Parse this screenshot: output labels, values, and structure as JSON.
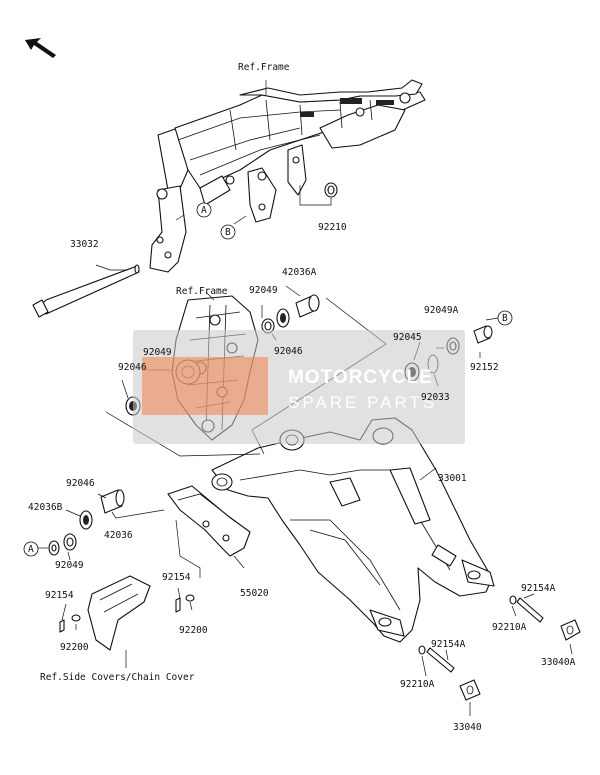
{
  "diagram": {
    "labels": {
      "ref_frame_top": "Ref.Frame",
      "ref_frame_mid": "Ref.Frame",
      "ref_side_covers": "Ref.Side Covers/Chain Cover",
      "p33032": "33032",
      "p92210": "92210",
      "p42036A": "42036A",
      "p92049_top": "92049",
      "p92049_left": "92049",
      "p92046_mid": "92046",
      "p92046_left": "92046",
      "p92045": "92045",
      "p92049A": "92049A",
      "p92033": "92033",
      "p92152": "92152",
      "p33001": "33001",
      "p92046_lower": "92046",
      "p42036B": "42036B",
      "p42036": "42036",
      "p92049_lower": "92049",
      "p92154_center": "92154",
      "p55020": "55020",
      "p92154_left": "92154",
      "p92200_center": "92200",
      "p92200_left": "92200",
      "p92154A_right": "92154A",
      "p92210A_right": "92210A",
      "p33040A": "33040A",
      "p92154A_bottom": "92154A",
      "p92210A_bottom": "92210A",
      "p33040": "33040"
    },
    "markers": {
      "a_top": "A",
      "b_top": "B",
      "b_right": "B",
      "a_left": "A"
    },
    "watermark": {
      "line1": "MOTORCYCLE",
      "line2": "SPARE PARTS"
    },
    "colors": {
      "line": "#111111",
      "watermark_box": "#c9c9c9",
      "watermark_accent": "#f0824a"
    }
  }
}
